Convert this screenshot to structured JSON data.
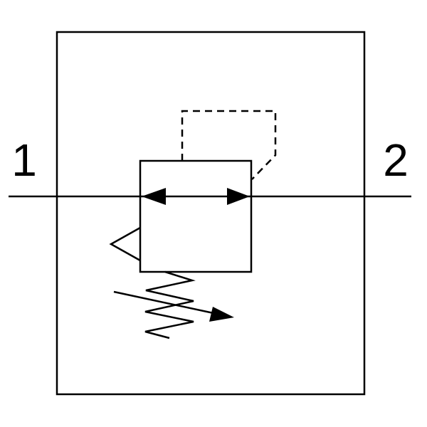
{
  "diagram": {
    "type": "pneumatic-valve-symbol",
    "ports": {
      "inlet_label": "1",
      "outlet_label": "2"
    },
    "colors": {
      "stroke": "#000000",
      "background": "#ffffff"
    },
    "elements": {
      "housing": "outer-enclosure",
      "valve_body": "square-valve",
      "flow_direction": "bidirectional-arrow",
      "pilot_line": "dashed-pilot-line",
      "spring": "adjustable-spring",
      "exhaust": "triangle-exhaust"
    }
  }
}
